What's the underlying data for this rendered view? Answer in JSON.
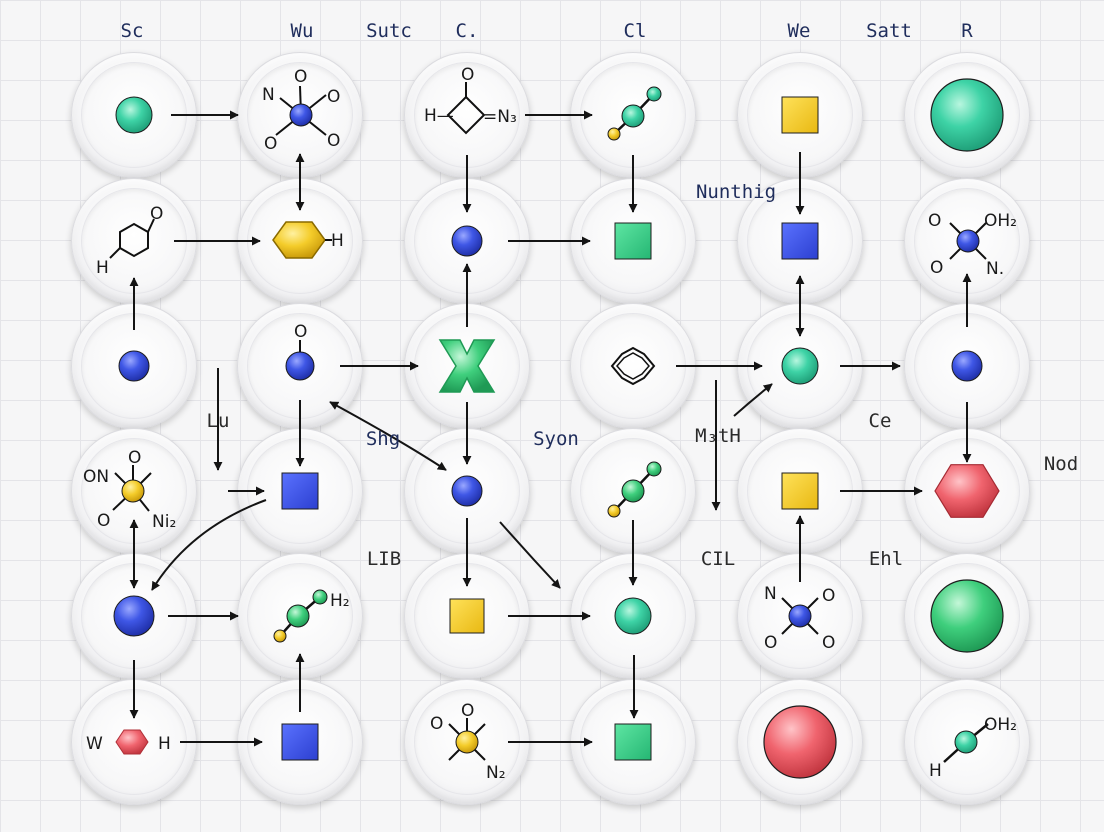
{
  "column_headers": [
    {
      "id": "sc",
      "text": "Sc"
    },
    {
      "id": "wu",
      "text": "Wu"
    },
    {
      "id": "sutc",
      "text": "Sutc"
    },
    {
      "id": "c",
      "text": "C."
    },
    {
      "id": "cl",
      "text": "Cl"
    },
    {
      "id": "we",
      "text": "We"
    },
    {
      "id": "satt",
      "text": "Satt"
    },
    {
      "id": "r",
      "text": "R"
    }
  ],
  "floating_labels": [
    {
      "id": "nunthig",
      "text": "Nunthig"
    },
    {
      "id": "lu",
      "text": "Lu"
    },
    {
      "id": "shg",
      "text": "Shg"
    },
    {
      "id": "syon",
      "text": "Syon"
    },
    {
      "id": "math",
      "text": "M₃tH"
    },
    {
      "id": "ce",
      "text": "Ce"
    },
    {
      "id": "nod",
      "text": "Nod"
    },
    {
      "id": "lib",
      "text": "LIB"
    },
    {
      "id": "cil",
      "text": "CIL"
    },
    {
      "id": "ehl",
      "text": "Ehl"
    }
  ],
  "atom_labels": {
    "n": "N",
    "o": "O",
    "h": "H",
    "on": "ON",
    "n2": "N₂",
    "ni2": "Ni₂",
    "h2": "H₂",
    "oh2": "OH₂",
    "n_dot": "N.",
    "eq_n2": "=N₃",
    "h_dash": "H—",
    "w_glyph": "W"
  },
  "colors": {
    "teal": "#3ed3a6",
    "blue": "#3f57e6",
    "yellow": "#f4cc2a",
    "green": "#3fcf7d",
    "red": "#f0646e",
    "arrow": "#141414",
    "label": "#1f2d5c"
  }
}
